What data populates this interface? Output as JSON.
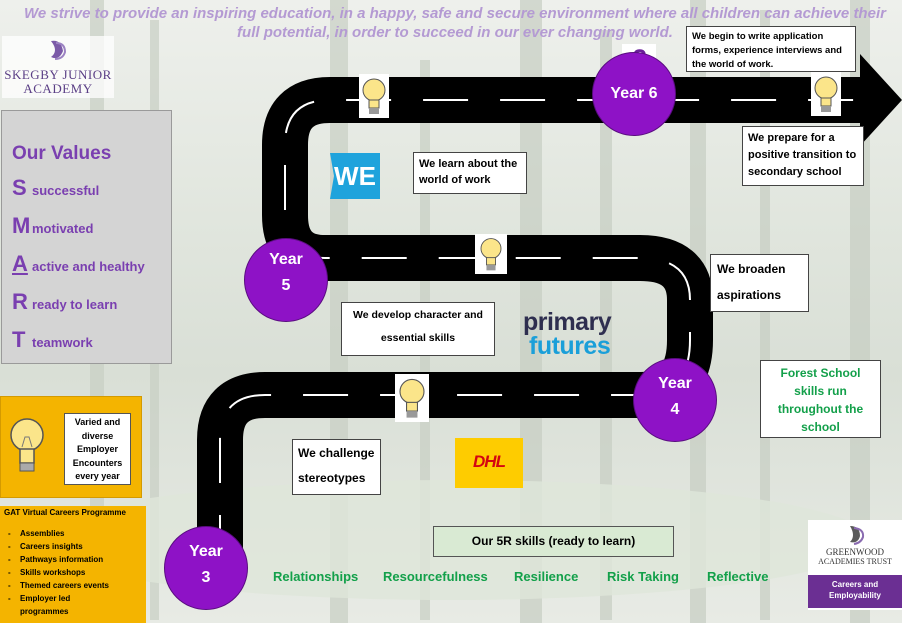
{
  "mission": "We strive to provide an inspiring education, in a happy, safe and secure environment where all children can achieve their full potential, in order to succeed in our ever changing world.",
  "school_logo": {
    "line1": "SKEGBY JUNIOR",
    "line2": "ACADEMY"
  },
  "values": {
    "title": "Our Values",
    "items": [
      {
        "letter": "S",
        "word": "successful"
      },
      {
        "letter": "M",
        "word": "motivated"
      },
      {
        "letter": "A",
        "word": "active and healthy"
      },
      {
        "letter": "R",
        "word": "ready to learn"
      },
      {
        "letter": "T",
        "word": "teamwork"
      }
    ]
  },
  "employer_box": {
    "text": "Varied and diverse Employer Encounters every year"
  },
  "careers_programme": {
    "title": "GAT Virtual Careers Programme",
    "items": [
      "Assemblies",
      "Careers insights",
      "Pathways information",
      "Skills workshops",
      "Themed careers events",
      "Employer led",
      "programmes"
    ]
  },
  "years": {
    "y3": {
      "label": "Year",
      "num": "3"
    },
    "y4": {
      "label": "Year",
      "num": "4"
    },
    "y5": {
      "label": "Year",
      "num": "5"
    },
    "y6": {
      "label": "Year 6"
    }
  },
  "boxes": {
    "application": "We begin to write application forms, experience interviews and the world of work.",
    "transition": "We prepare for a positive transition to secondary school",
    "world_of_work": "We learn about the world of work",
    "aspirations": "We broaden aspirations",
    "character": "We develop character and essential skills",
    "forest_school": "Forest School skills run throughout the school",
    "stereotypes": "We challenge stereotypes",
    "five_r": "Our 5R skills (ready to learn)"
  },
  "skills": [
    "Relationships",
    "Resourcefulness",
    "Resilience",
    "Risk Taking",
    "Reflective"
  ],
  "logos": {
    "we": "WE",
    "pound": "£",
    "primary": "primary",
    "futures": "futures",
    "dhl": "DHL",
    "greenwood_line1": "GREENWOOD",
    "greenwood_line2": "ACADEMIES TRUST",
    "greenwood_line3": "Careers and",
    "greenwood_line4": "Employability"
  },
  "colors": {
    "purple": "#8e12c6",
    "orange": "#f4b400",
    "green": "#13a04a",
    "road": "#000000",
    "mission": "#b49ad3"
  }
}
